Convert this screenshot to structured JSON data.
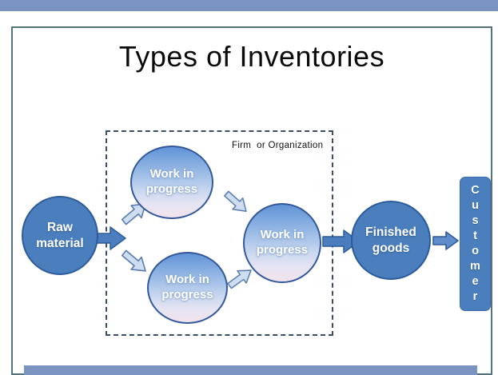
{
  "slide": {
    "title": "Types of Inventories"
  },
  "diagram": {
    "boundary_label": "Firm  or Organization",
    "nodes": {
      "raw_material": "Raw\nmaterial",
      "wip_top": "Work in\nprogress",
      "wip_bottom": "Work in\nprogress",
      "wip_middle": "Work in\nprogress",
      "finished_goods": "Finished\ngoods",
      "customer": "C\nu\ns\nt\no\nm\ne\nr"
    }
  },
  "colors": {
    "bar": "#7b93c0",
    "frame-border": "#54727e",
    "title": "#0b0b0b",
    "node-fill": "#4a7ebc",
    "node-border": "#2d5b9b",
    "grad-top": "#6093d6",
    "grad-mid": "#c9d7ef",
    "grad-bottom": "#f2e3ed",
    "light-arrow-fill": "#cfddf1",
    "light-arrow-stroke": "#5a7cb0",
    "boundary-border": "#3c4d66"
  }
}
